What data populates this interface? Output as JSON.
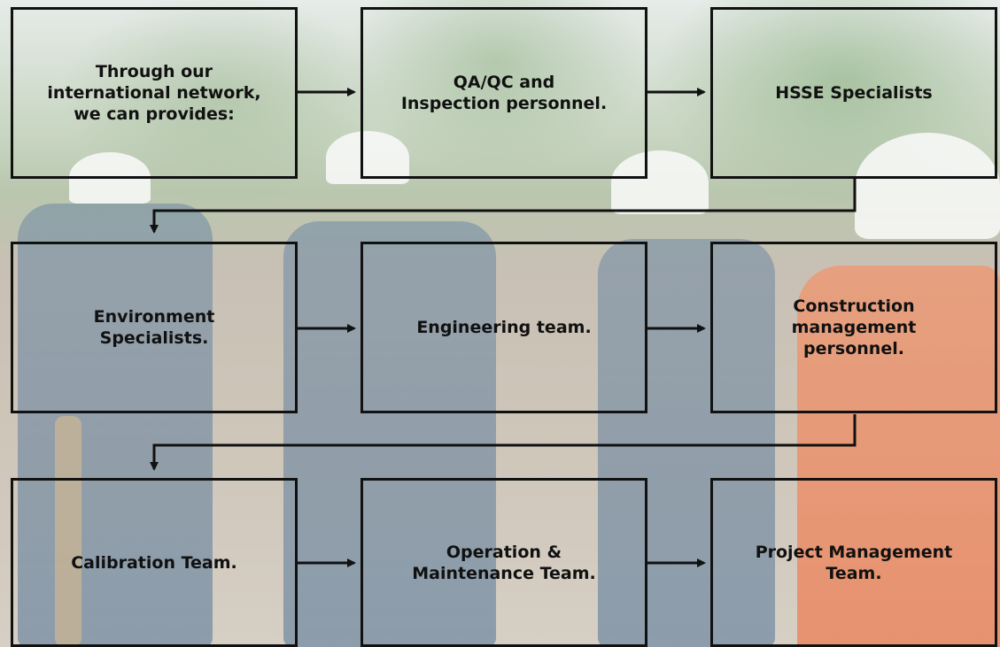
{
  "boxes": {
    "intro": "Through our\ninternational network,\nwe can provides:",
    "qaqc": "QA/QC and\nInspection personnel.",
    "hsse": "HSSE Specialists",
    "environment": "Environment\nSpecialists.",
    "engineering": "Engineering team.",
    "construction": "Construction\nmanagement\npersonnel.",
    "calibration": "Calibration Team.",
    "operation": "Operation &\nMaintenance Team.",
    "project": "Project Management\nTeam."
  },
  "colors": {
    "box_border": "#111111",
    "text": "#111111",
    "arrow": "#111111"
  }
}
